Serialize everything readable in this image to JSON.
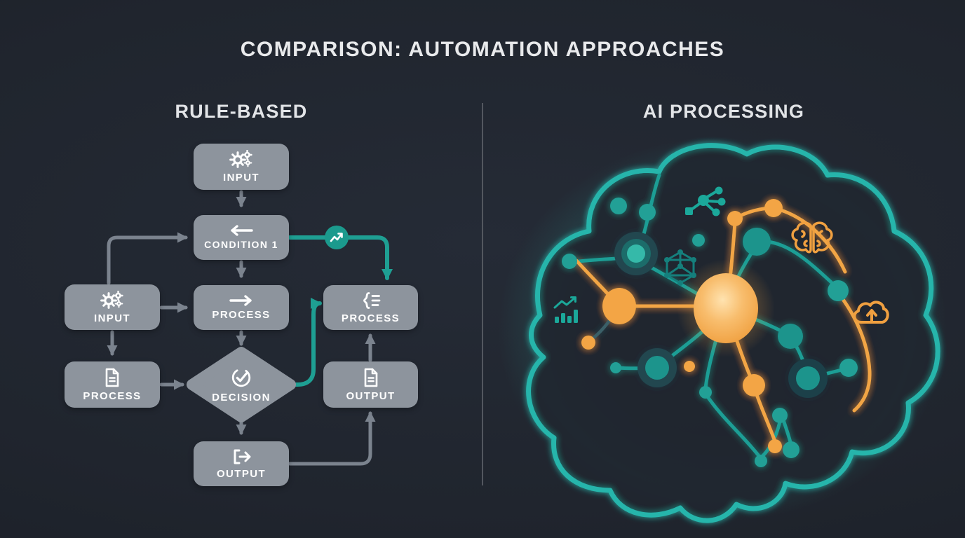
{
  "title": "COMPARISON: AUTOMATION APPROACHES",
  "colors": {
    "background": "#20252e",
    "divider": "#53575f",
    "box_gray": "#8d949d",
    "arrow_gray": "#7b838e",
    "accent_teal": "#1e9f93",
    "accent_orange": "#f2a544",
    "text_light": "#e9eaec"
  },
  "left_panel": {
    "header": "RULE-BASED",
    "nodes": [
      {
        "id": "input-top",
        "label": "INPUT",
        "icon": "gears-icon",
        "shape": "rounded-rect"
      },
      {
        "id": "condition-1",
        "label": "CONDITION 1",
        "icon": "arrow-left-icon",
        "shape": "rounded-rect"
      },
      {
        "id": "process-mid",
        "label": "PROCESS",
        "icon": "arrow-right-icon",
        "shape": "rounded-rect"
      },
      {
        "id": "input-left",
        "label": "INPUT",
        "icon": "gears-icon",
        "shape": "rounded-rect"
      },
      {
        "id": "process-left",
        "label": "PROCESS",
        "icon": "document-icon",
        "shape": "rounded-rect"
      },
      {
        "id": "decision",
        "label": "DECISION",
        "icon": "check-circle-icon",
        "shape": "diamond"
      },
      {
        "id": "process-right",
        "label": "PROCESS",
        "icon": "list-icon",
        "shape": "rounded-rect"
      },
      {
        "id": "output-right",
        "label": "OUTPUT",
        "icon": "document-icon",
        "shape": "rounded-rect"
      },
      {
        "id": "output-bottom",
        "label": "OUTPUT",
        "icon": "exit-arrow-icon",
        "shape": "rounded-rect"
      }
    ],
    "edges": [
      {
        "from": "input-top",
        "to": "condition-1",
        "color": "gray"
      },
      {
        "from": "condition-1",
        "to": "process-mid",
        "color": "gray"
      },
      {
        "from": "process-mid",
        "to": "decision",
        "color": "gray"
      },
      {
        "from": "decision",
        "to": "output-bottom",
        "color": "gray"
      },
      {
        "from": "input-left",
        "to": "condition-1",
        "color": "gray"
      },
      {
        "from": "input-left",
        "to": "process-mid",
        "color": "gray"
      },
      {
        "from": "input-left",
        "to": "process-left",
        "color": "gray"
      },
      {
        "from": "process-left",
        "to": "decision",
        "color": "gray"
      },
      {
        "from": "output-bottom",
        "to": "output-right",
        "color": "gray"
      },
      {
        "from": "output-right",
        "to": "process-right",
        "color": "gray"
      },
      {
        "from": "condition-1",
        "to": "process-right",
        "color": "teal",
        "via": "trend-up-badge"
      },
      {
        "from": "decision",
        "to": "process-right",
        "color": "teal"
      }
    ],
    "badge": {
      "id": "trend-up-badge",
      "icon": "trend-up-icon"
    }
  },
  "right_panel": {
    "header": "AI PROCESSING",
    "illustration": "neural-brain-network",
    "feature_icons": [
      "network-share-icon",
      "brain-icon",
      "molecule-icon",
      "bar-chart-icon",
      "cloud-upload-icon"
    ]
  }
}
